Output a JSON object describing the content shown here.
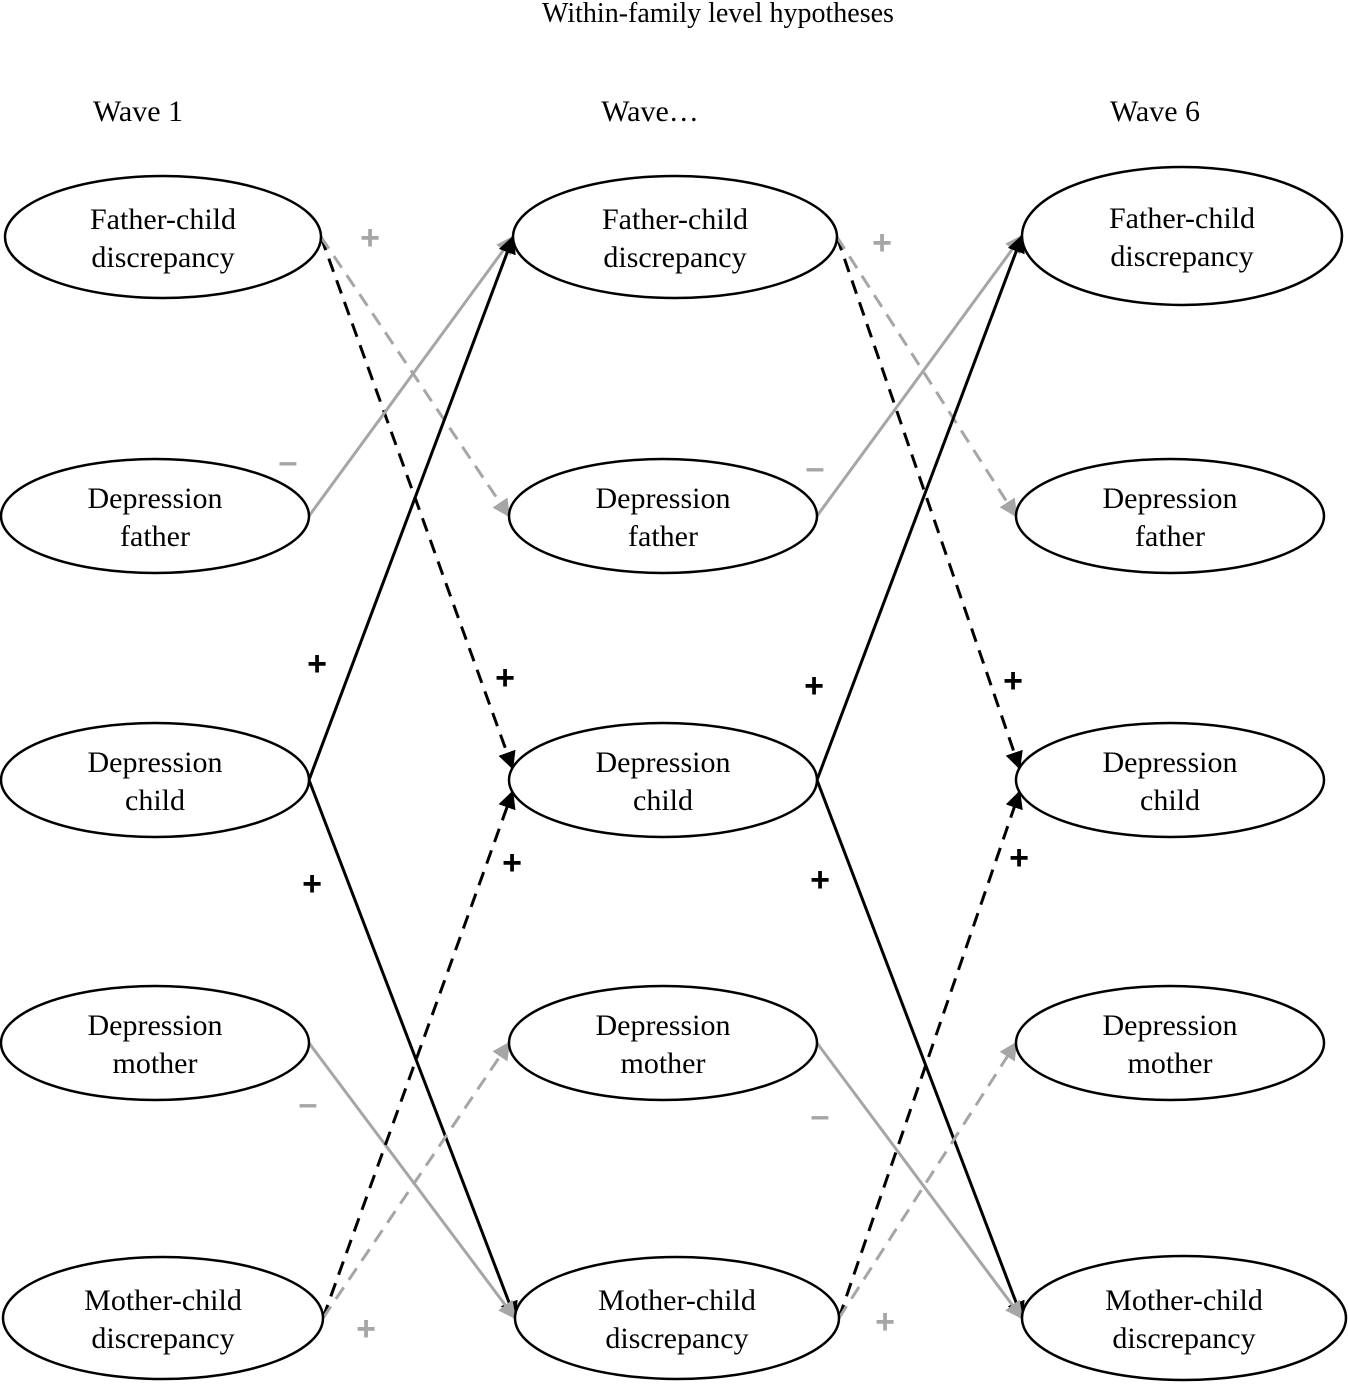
{
  "title": "Within-family level hypotheses",
  "waves": [
    "Wave 1",
    "Wave…",
    "Wave 6"
  ],
  "node_labels": {
    "father_child": [
      "Father-child",
      "discrepancy"
    ],
    "dep_father": [
      "Depression",
      "father"
    ],
    "dep_child": [
      "Depression",
      "child"
    ],
    "dep_mother": [
      "Depression",
      "mother"
    ],
    "mother_child": [
      "Mother-child",
      "discrepancy"
    ]
  },
  "nodes": [
    {
      "id": "w1-father_child",
      "wave": 0,
      "type": "father_child"
    },
    {
      "id": "w1-dep_father",
      "wave": 0,
      "type": "dep_father"
    },
    {
      "id": "w1-dep_child",
      "wave": 0,
      "type": "dep_child"
    },
    {
      "id": "w1-dep_mother",
      "wave": 0,
      "type": "dep_mother"
    },
    {
      "id": "w1-mother_child",
      "wave": 0,
      "type": "mother_child"
    },
    {
      "id": "w2-father_child",
      "wave": 1,
      "type": "father_child"
    },
    {
      "id": "w2-dep_father",
      "wave": 1,
      "type": "dep_father"
    },
    {
      "id": "w2-dep_child",
      "wave": 1,
      "type": "dep_child"
    },
    {
      "id": "w2-dep_mother",
      "wave": 1,
      "type": "dep_mother"
    },
    {
      "id": "w2-mother_child",
      "wave": 1,
      "type": "mother_child"
    },
    {
      "id": "w3-father_child",
      "wave": 2,
      "type": "father_child"
    },
    {
      "id": "w3-dep_father",
      "wave": 2,
      "type": "dep_father"
    },
    {
      "id": "w3-dep_child",
      "wave": 2,
      "type": "dep_child"
    },
    {
      "id": "w3-dep_mother",
      "wave": 2,
      "type": "dep_mother"
    },
    {
      "id": "w3-mother_child",
      "wave": 2,
      "type": "mother_child"
    }
  ],
  "edges": [
    {
      "from": "w1-father_child",
      "to": "w2-dep_child",
      "sign": "+",
      "color": "black",
      "style": "dashed"
    },
    {
      "from": "w1-father_child",
      "to": "w2-dep_father",
      "sign": "+",
      "color": "gray",
      "style": "dashed"
    },
    {
      "from": "w1-dep_father",
      "to": "w2-father_child",
      "sign": "-",
      "color": "gray",
      "style": "solid"
    },
    {
      "from": "w1-dep_child",
      "to": "w2-father_child",
      "sign": "+",
      "color": "black",
      "style": "solid"
    },
    {
      "from": "w1-dep_child",
      "to": "w2-mother_child",
      "sign": "+",
      "color": "black",
      "style": "solid"
    },
    {
      "from": "w1-dep_mother",
      "to": "w2-mother_child",
      "sign": "-",
      "color": "gray",
      "style": "solid"
    },
    {
      "from": "w1-mother_child",
      "to": "w2-dep_child",
      "sign": "+",
      "color": "black",
      "style": "dashed"
    },
    {
      "from": "w1-mother_child",
      "to": "w2-dep_mother",
      "sign": "+",
      "color": "gray",
      "style": "dashed"
    },
    {
      "from": "w2-father_child",
      "to": "w3-dep_child",
      "sign": "+",
      "color": "black",
      "style": "dashed"
    },
    {
      "from": "w2-father_child",
      "to": "w3-dep_father",
      "sign": "+",
      "color": "gray",
      "style": "dashed"
    },
    {
      "from": "w2-dep_father",
      "to": "w3-father_child",
      "sign": "-",
      "color": "gray",
      "style": "solid"
    },
    {
      "from": "w2-dep_child",
      "to": "w3-father_child",
      "sign": "+",
      "color": "black",
      "style": "solid"
    },
    {
      "from": "w2-dep_child",
      "to": "w3-mother_child",
      "sign": "+",
      "color": "black",
      "style": "solid"
    },
    {
      "from": "w2-dep_mother",
      "to": "w3-mother_child",
      "sign": "-",
      "color": "gray",
      "style": "solid"
    },
    {
      "from": "w2-mother_child",
      "to": "w3-dep_child",
      "sign": "+",
      "color": "black",
      "style": "dashed"
    },
    {
      "from": "w2-mother_child",
      "to": "w3-dep_mother",
      "sign": "+",
      "color": "gray",
      "style": "dashed"
    }
  ],
  "colors": {
    "black": "#000000",
    "gray": "#a6a6a6"
  }
}
